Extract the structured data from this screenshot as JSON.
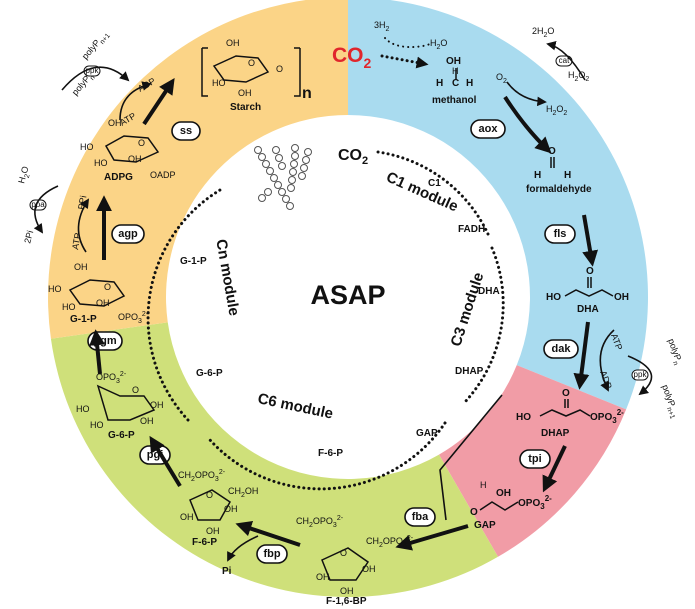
{
  "center_title": "ASAP",
  "colors": {
    "c1_sector": "#a9dbef",
    "c3_sector": "#f19ca6",
    "c6_sector": "#cfe07a",
    "cn_sector": "#fbd487",
    "co2_red": "#e0262c"
  },
  "modules": {
    "c1": "C1 module",
    "c3": "C3 module",
    "c6": "C6 module",
    "cn": "Cn module"
  },
  "inner_cycle": {
    "co2": "CO",
    "co2_sub": "2",
    "c1": "C1",
    "fadh": "FADH",
    "dha": "DHA",
    "dhap": "DHAP",
    "gap": "GAP",
    "f6p": "F-6-P",
    "g6p": "G-6-P",
    "g1p": "G-1-P"
  },
  "enzymes": {
    "aox": "aox",
    "fls": "fls",
    "dak": "dak",
    "tpi": "tpi",
    "fba": "fba",
    "fbp": "fbp",
    "pgi": "pgi",
    "pgm": "pgm",
    "agp": "agp",
    "ss": "ss"
  },
  "cofactor_enzymes": {
    "cat": "cat",
    "ppa": "ppa",
    "ppk_top": "ppk",
    "ppk_right": "ppk"
  },
  "metabolites": {
    "co2_big": "CO",
    "co2_big_sub": "2",
    "h2_coef": "3H",
    "h2_sub": "2",
    "h2o_a": "H",
    "h2o_a_sub": "2",
    "h2o_a_o": "O",
    "methanol": "methanol",
    "formaldehyde": "formaldehyde",
    "dha": "DHA",
    "dhap": "DHAP",
    "gap": "GAP",
    "f16bp": "F-1,6-BP",
    "f6p": "F-6-P",
    "g6p": "G-6-P",
    "g1p": "G-1-P",
    "adpg": "ADPG",
    "starch": "Starch",
    "starch_n": "n",
    "pi": "Pi"
  },
  "cofactors": {
    "o2": "O",
    "o2_sub": "2",
    "h2o2": "H",
    "h2o2_mid": "2",
    "h2o2_o": "O",
    "h2o2_sub": "2",
    "two_h2o": "2H",
    "two_h2o_sub": "2",
    "two_h2o_o": "O",
    "atp": "ATP",
    "adp": "ADP",
    "ppi": "PPi",
    "h2o": "H",
    "h2o_sub": "2",
    "h2o_o": "O",
    "two_pi": "2Pi",
    "polyp_n": "polyP",
    "polyp_n_sub": "n",
    "polyp_n1": "polyP",
    "polyp_n1_sub": "n+1"
  },
  "groups": {
    "oh": "OH",
    "ho": "HO",
    "o": "O",
    "h": "H",
    "c": "C",
    "opo3": "OPO",
    "opo3_sub": "3",
    "opo3_sup": "2-",
    "oadp": "OADP",
    "ch2opo3": "CH",
    "ch2_sub": "2",
    "ch2opo3_rest": "OPO",
    "ch2oh": "CH",
    "ch2oh_rest": "OH"
  }
}
